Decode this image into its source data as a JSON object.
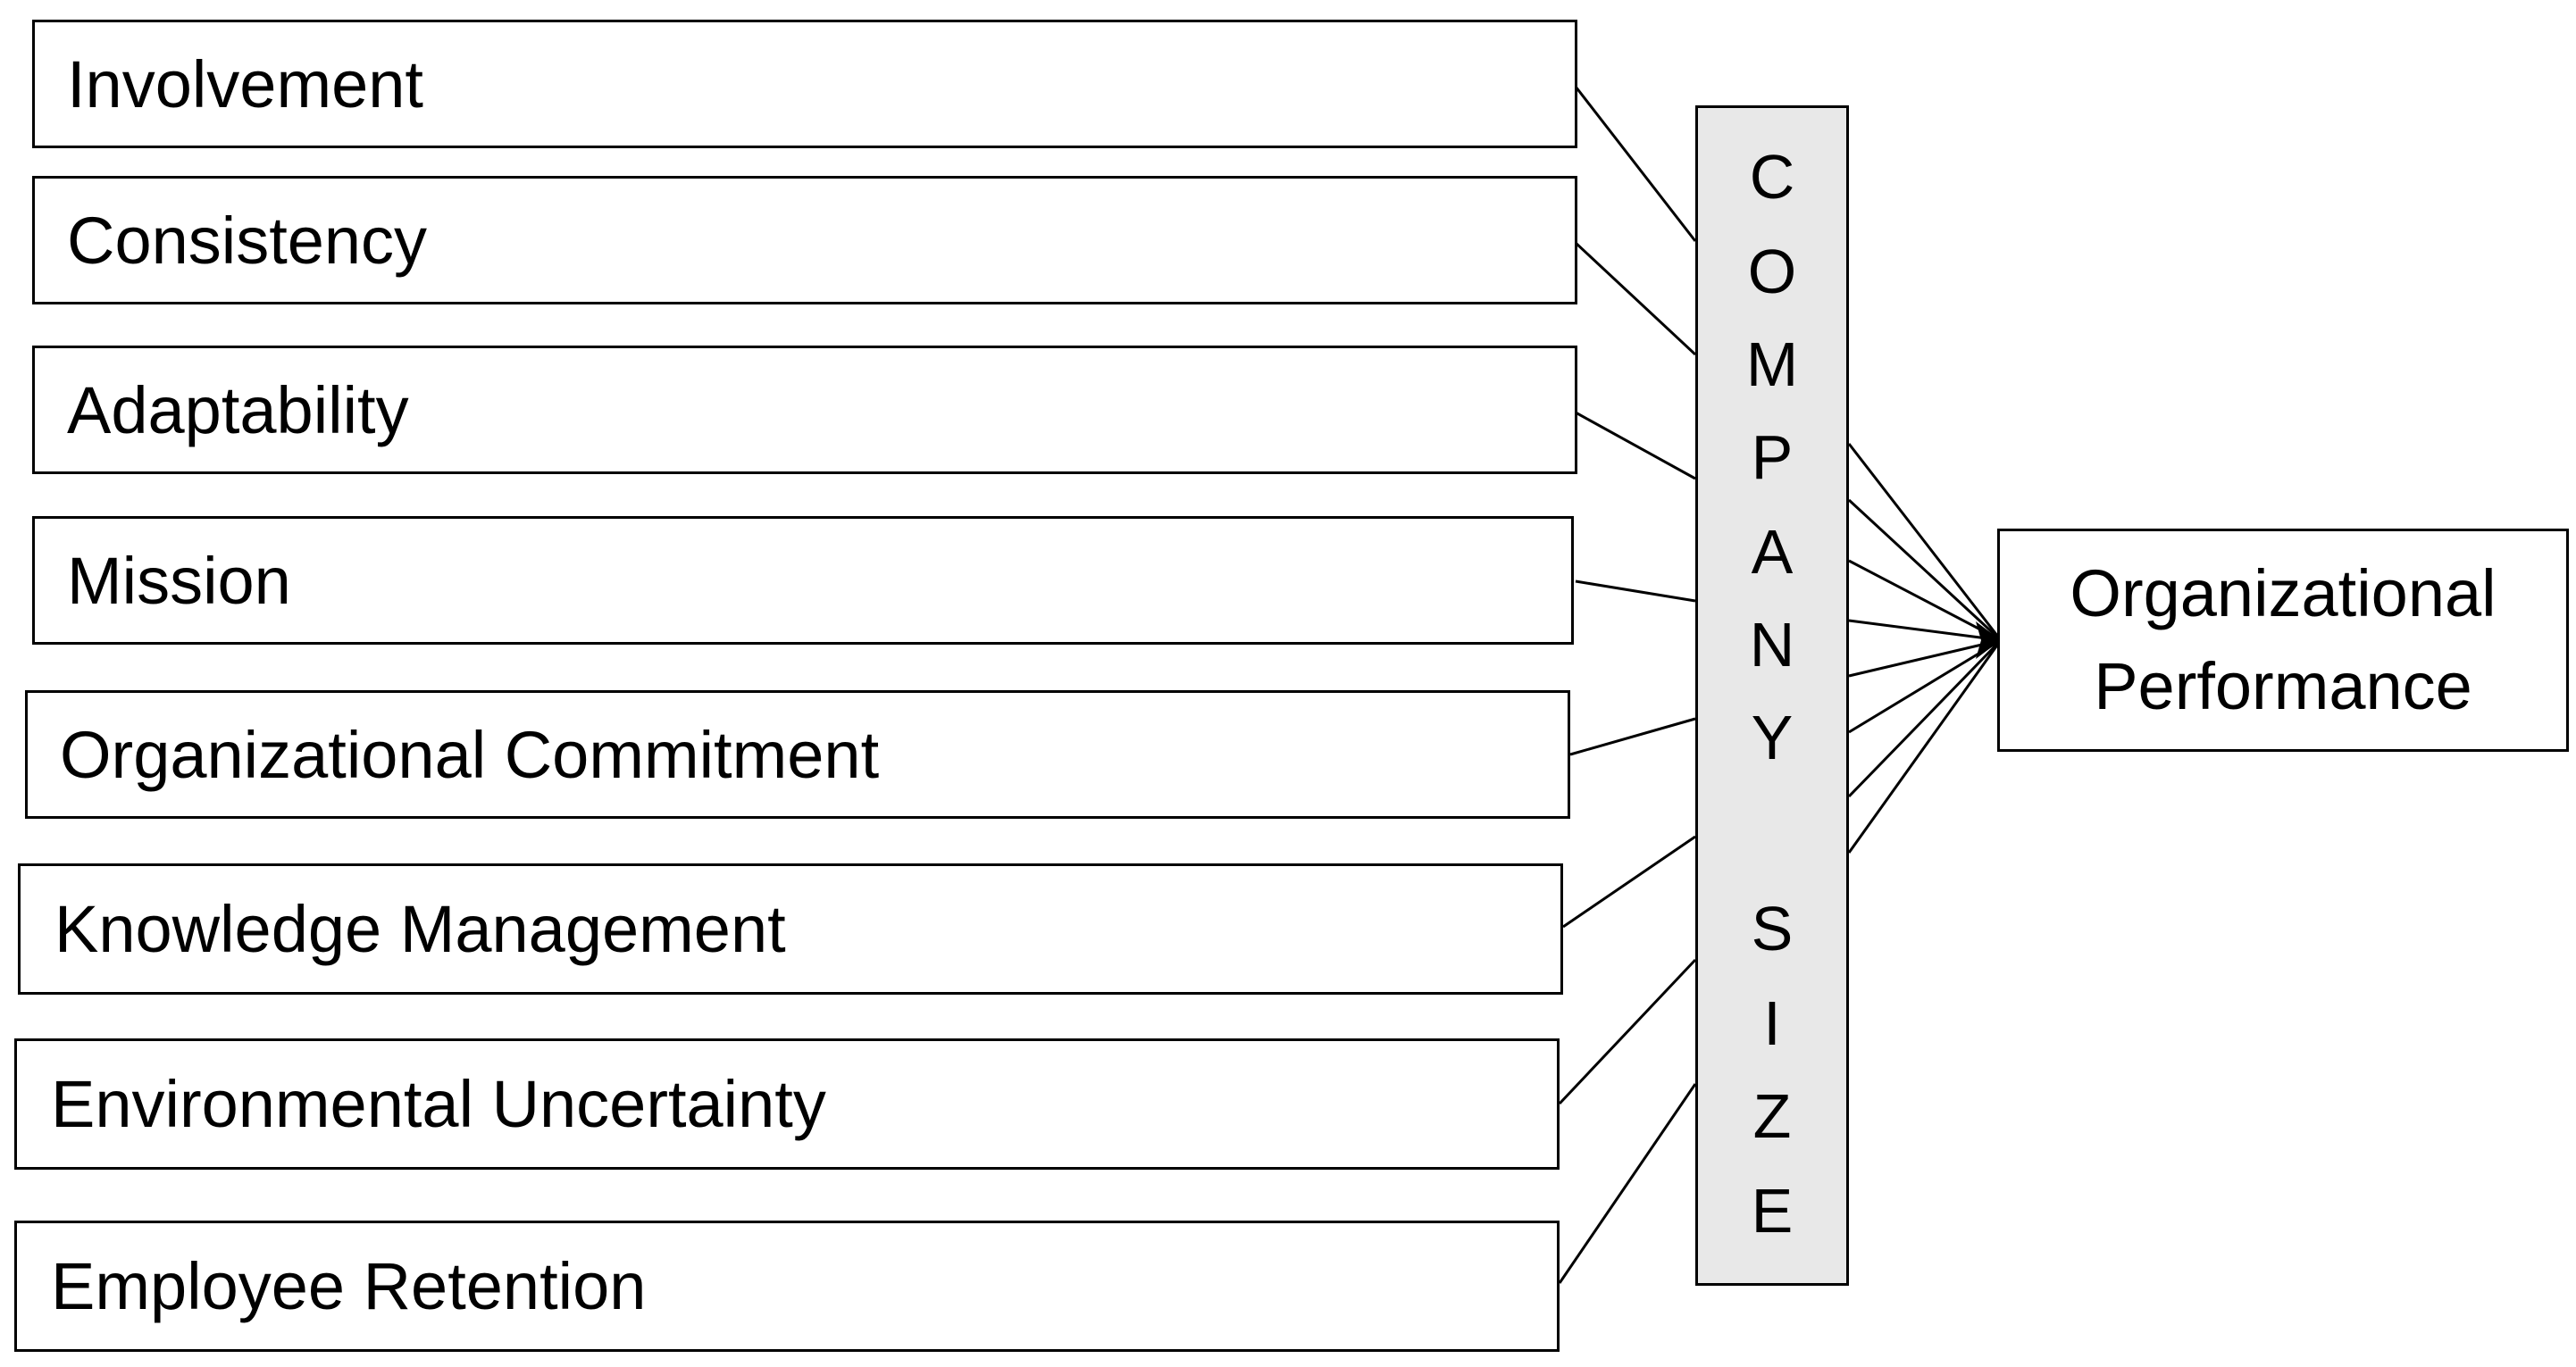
{
  "diagram": {
    "factors": [
      {
        "label": "Involvement"
      },
      {
        "label": "Consistency"
      },
      {
        "label": "Adaptability"
      },
      {
        "label": "Mission"
      },
      {
        "label": "Organizational Commitment"
      },
      {
        "label": "Knowledge Management"
      },
      {
        "label": "Environmental Uncertainty"
      },
      {
        "label": "Employee Retention"
      }
    ],
    "moderator": {
      "letters": [
        "C",
        "O",
        "M",
        "P",
        "A",
        "N",
        "Y",
        "S",
        "I",
        "Z",
        "E"
      ]
    },
    "outcome": {
      "line1": "Organizational",
      "line2": "Performance"
    }
  }
}
